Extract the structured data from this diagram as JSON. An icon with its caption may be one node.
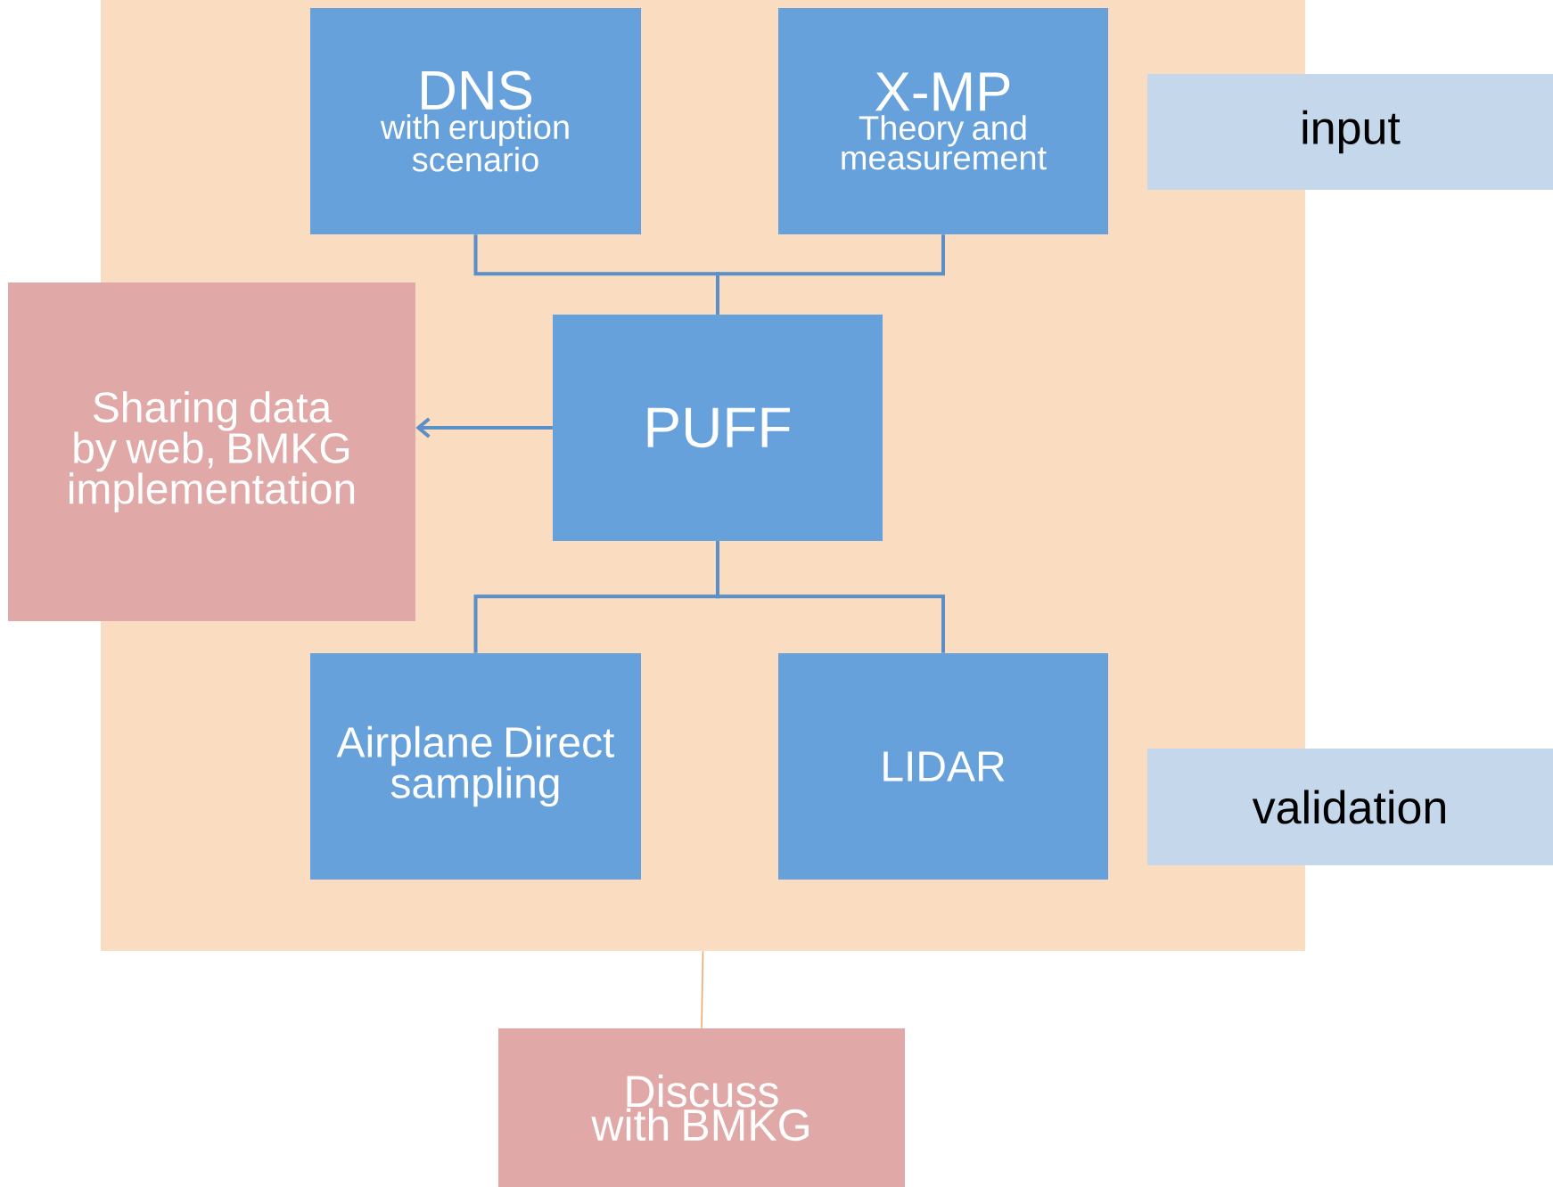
{
  "diagram": {
    "nodes": [
      {
        "text": [],
        "shape": "box"
      },
      {
        "text": [
          "DNS",
          "with eruption scenario"
        ],
        "in": 0
      },
      {
        "text": [
          "X-MP",
          "Theory and measurement"
        ],
        "in": 0
      },
      {
        "text": [
          "input"
        ]
      },
      {
        "text": [
          "Sharing data by web, BMKG implementation"
        ]
      },
      {
        "text": [
          "PUFF"
        ],
        "in": 0
      },
      {
        "text": [
          "Airplane Direct sampling"
        ],
        "in": 0
      },
      {
        "text": [
          "LIDAR"
        ],
        "in": 0
      },
      {
        "text": [
          "validation"
        ]
      },
      {
        "text": [
          "Discuss with BMKG"
        ]
      }
    ],
    "edges": [
      {
        "from": 1,
        "to": 5,
        "arrow": "none"
      },
      {
        "from": 2,
        "to": 5,
        "arrow": "none"
      },
      {
        "from": 5,
        "to": 4,
        "arrow": "to"
      },
      {
        "from": 5,
        "to": 6,
        "arrow": "none"
      },
      {
        "from": 5,
        "to": 7,
        "arrow": "none"
      },
      {
        "from": 0,
        "to": 9,
        "arrow": "none",
        "color": "#f4a460"
      }
    ]
  }
}
